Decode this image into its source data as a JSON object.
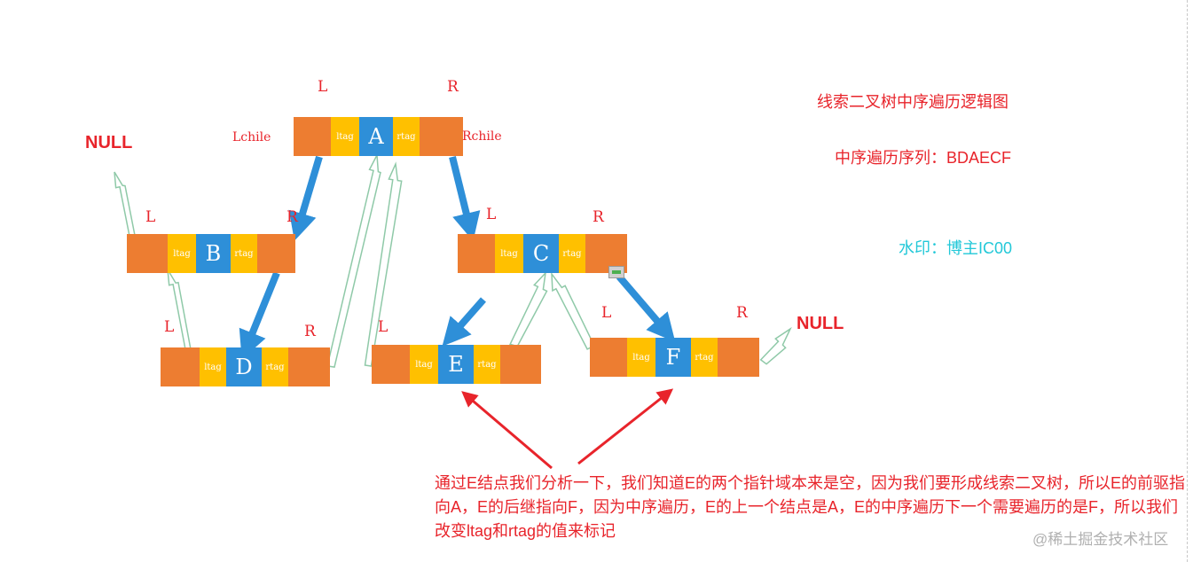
{
  "nodes": {
    "A": {
      "data": "A",
      "ltag": "ltag",
      "rtag": "rtag"
    },
    "B": {
      "data": "B",
      "ltag": "ltag",
      "rtag": "rtag"
    },
    "C": {
      "data": "C",
      "ltag": "ltag",
      "rtag": "rtag"
    },
    "D": {
      "data": "D",
      "ltag": "ltag",
      "rtag": "rtag"
    },
    "E": {
      "data": "E",
      "ltag": "ltag",
      "rtag": "rtag"
    },
    "F": {
      "data": "F",
      "ltag": "ltag",
      "rtag": "rtag"
    }
  },
  "labels": {
    "L": "L",
    "R": "R",
    "lchild": "Lchile",
    "rchild": "Rchile",
    "null": "NULL"
  },
  "title": "线索二叉树中序遍历逻辑图",
  "sequence": "中序遍历序列：BDAECF",
  "author": "水印：博主IC00",
  "note": "通过E结点我们分析一下，我们知道E的两个指针域本来是空，因为我们要形成线索二叉树，所以E的前驱指向A，E的后继指向F，因为中序遍历，E的上一个结点是A，E的中序遍历下一个需要遍历的是F，所以我们改变ltag和rtag的值来标记",
  "watermark": "@稀土掘金技术社区",
  "colors": {
    "pointer": "#ed7d31",
    "tag": "#ffc000",
    "data": "#2e8fd8",
    "child_arrow": "#2e8fd8",
    "thread_arrow_stroke": "#8fc9a8",
    "annotation_arrow": "#e8242b",
    "text_red": "#e8242b",
    "text_cyan": "#22c8d8"
  }
}
